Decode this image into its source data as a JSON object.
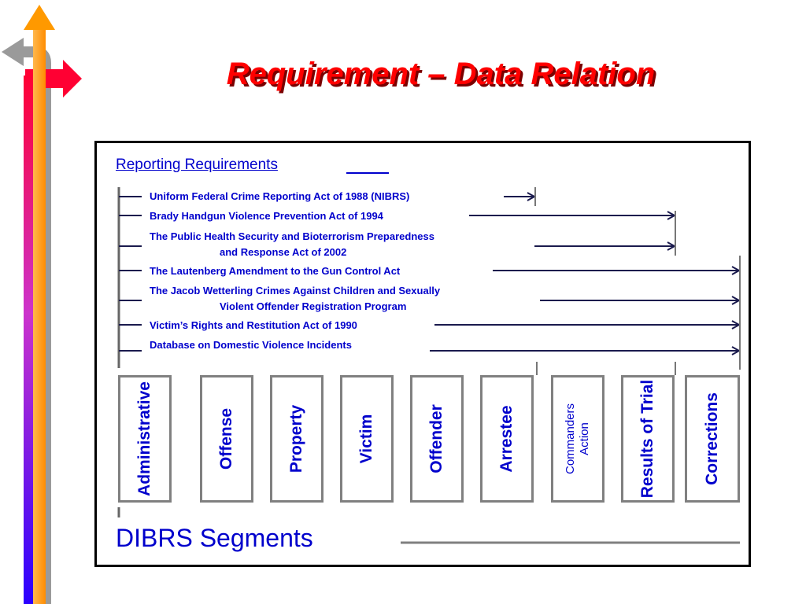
{
  "title": "Requirement – Data Relation",
  "reporting_header": "Reporting Requirements",
  "acts": [
    {
      "lines": [
        "Uniform Federal Crime Reporting Act of 1988 (NIBRS)"
      ],
      "target": "offender"
    },
    {
      "lines": [
        "Brady Handgun Violence Prevention Act of 1994"
      ],
      "target": "results-of-trial"
    },
    {
      "lines": [
        "The Public Health Security and Bioterrorism Preparedness",
        "and Response Act of 2002"
      ],
      "target": "results-of-trial"
    },
    {
      "lines": [
        "The Lautenberg Amendment to the Gun Control Act"
      ],
      "target": "corrections"
    },
    {
      "lines": [
        "The Jacob Wetterling Crimes Against Children and Sexually",
        "Violent Offender Registration Program"
      ],
      "target": "corrections"
    },
    {
      "lines": [
        "Victim’s Rights and Restitution Act of 1990"
      ],
      "target": "corrections"
    },
    {
      "lines": [
        "Database on Domestic Violence Incidents"
      ],
      "target": "corrections"
    }
  ],
  "segments": [
    {
      "id": "administrative",
      "lines": [
        "Administrative"
      ]
    },
    {
      "id": "offense",
      "lines": [
        "Offense"
      ]
    },
    {
      "id": "property",
      "lines": [
        "Property"
      ]
    },
    {
      "id": "victim",
      "lines": [
        "Victim"
      ]
    },
    {
      "id": "offender",
      "lines": [
        "Offender"
      ]
    },
    {
      "id": "arrestee",
      "lines": [
        "Arrestee"
      ]
    },
    {
      "id": "commanders-action",
      "lines": [
        "Commanders",
        "Action"
      ]
    },
    {
      "id": "results-of-trial",
      "lines": [
        "Results of Trial"
      ]
    },
    {
      "id": "corrections",
      "lines": [
        "Corrections"
      ]
    }
  ],
  "footer_label": "DIBRS Segments",
  "colors": {
    "title": "#ff0000",
    "text": "#0000cc",
    "arrow": "#1a1a4d",
    "segment_border": "#808080"
  }
}
